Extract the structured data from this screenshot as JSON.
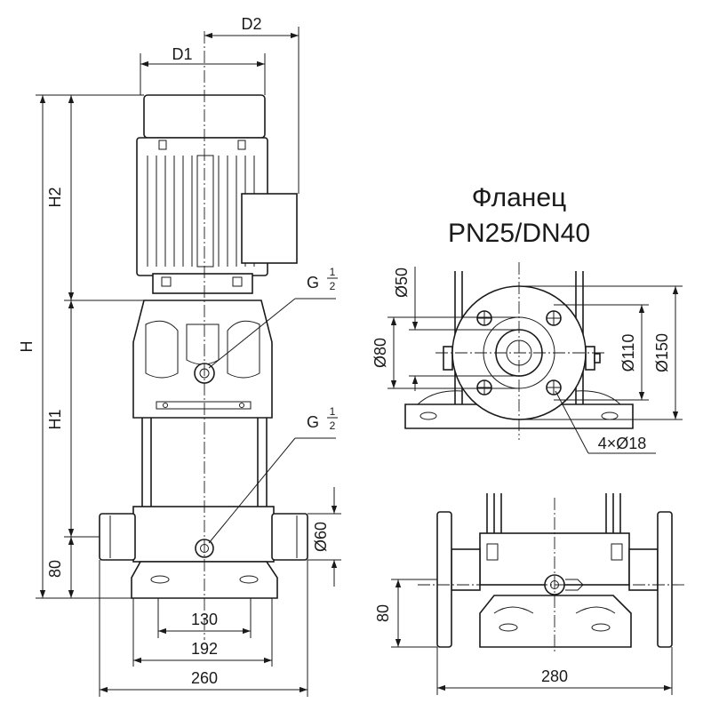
{
  "title": {
    "line1": "Фланец",
    "line2": "PN25/DN40"
  },
  "front_view": {
    "dims": {
      "d1": "D1",
      "d2": "D2",
      "h": "H",
      "h1": "H1",
      "h2": "H2",
      "h80": "80",
      "w130": "130",
      "w192": "192",
      "w260": "260",
      "dia60": "Ø60"
    },
    "port_upper": {
      "letter": "G",
      "num": "1",
      "den": "2"
    },
    "port_lower": {
      "letter": "G",
      "num": "1",
      "den": "2"
    }
  },
  "flange_view": {
    "dims": {
      "dia50": "Ø50",
      "dia80": "Ø80",
      "dia110": "Ø110",
      "dia150": "Ø150",
      "holes": "4×Ø18"
    }
  },
  "side_view": {
    "dims": {
      "h80": "80",
      "w280": "280"
    }
  }
}
